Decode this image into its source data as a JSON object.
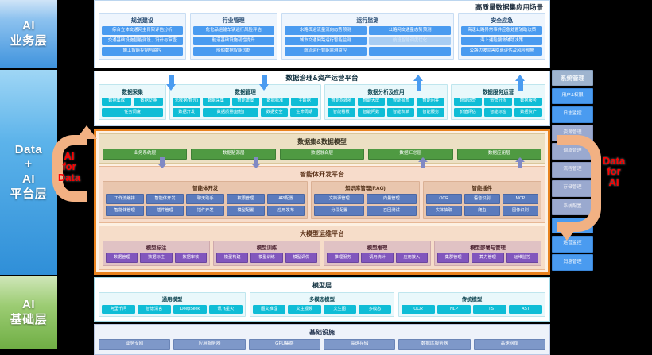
{
  "layers": {
    "business": "AI\n业务层",
    "platform": "Data\n+\nAI\n平台层",
    "foundation": "AI\n基础层"
  },
  "annotations": {
    "left": "AI\nfor\nData",
    "right": "Data\nfor\nAI"
  },
  "business_scenarios": {
    "title": "高质量数据集应用场景",
    "columns": [
      {
        "header": "规划建设",
        "rows": [
          [
            "综合立体交通网主骨架评估分析"
          ],
          [
            "交通基础设施智能测设、设计与审查"
          ],
          [
            "施工智能控制与监控"
          ]
        ]
      },
      {
        "header": "行业管理",
        "rows": [
          [
            "危化品运输车辆运行风险评估"
          ],
          [
            "航道基础设施韧性提升"
          ],
          [
            "船舶数据智能诊断"
          ]
        ]
      },
      {
        "header": "运行监测",
        "rows": [
          [
            "水路货运流量流向态势预测",
            "公路网交通量态势预测"
          ],
          [
            "城市交通网路运行智能监测",
            "航班智能调度优化"
          ],
          [
            "航道运行智能监测监控",
            ""
          ]
        ]
      },
      {
        "header": "安全应急",
        "rows": [
          [
            "高速公路异常事件应急处置辅助决策"
          ],
          [
            "海上遇险搜救辅助决策"
          ],
          [
            "公路边坡灾害隐患评估及风险预警"
          ]
        ]
      }
    ]
  },
  "data_governance": {
    "title": "数据治理&资产运营平台",
    "columns": [
      {
        "header": "数据采集",
        "rows": [
          [
            "数据集成",
            "数据交换"
          ],
          [
            "任务调度"
          ]
        ]
      },
      {
        "header": "数据管理",
        "rows": [
          [
            "元数据(智元)",
            "数据采集",
            "智能建模",
            "数据标准",
            "主数据"
          ],
          [
            "数据开发",
            "数据质量(智检)",
            "数据安全",
            "生命周期"
          ]
        ]
      },
      {
        "header": "数据分析及应用",
        "rows": [
          [
            "智能驾驶舱",
            "智能大屏",
            "智能报表",
            "智能问答"
          ],
          [
            "智能看板",
            "智能问数",
            "智能表单",
            "智能服务"
          ]
        ]
      },
      {
        "header": "数据服务运营",
        "rows": [
          [
            "智能运营",
            "运营分析",
            "数据服务"
          ],
          [
            "价值评估",
            "智能标签",
            "数据资产"
          ]
        ]
      }
    ]
  },
  "dataset_model": {
    "title": "数据集&数据模型",
    "items": [
      "业务系统层",
      "数据贴源层",
      "数据融合层",
      "数据汇总层",
      "数据应用层"
    ]
  },
  "agent_platform": {
    "title": "智能体开发平台",
    "columns": [
      {
        "header": "智能体开发",
        "rows": [
          [
            "工作流编排",
            "智能体开发",
            "聊天助手",
            "权限管理",
            "API配置"
          ],
          [
            "智能体管理",
            "插件管理",
            "插件开发",
            "模型配置",
            "应用发布"
          ]
        ]
      },
      {
        "header": "知识库管理(RAG)",
        "rows": [
          [
            "文档源管理",
            "向量管理"
          ],
          [
            "分段配置",
            "召回测试"
          ]
        ]
      },
      {
        "header": "智能插件",
        "rows": [
          [
            "OCR",
            "语音识别",
            "MCP"
          ],
          [
            "实体抽取",
            "爬虫",
            "图像识别"
          ]
        ]
      }
    ]
  },
  "mlops_platform": {
    "title": "大模型运维平台",
    "columns": [
      {
        "header": "模型标注",
        "items": [
          "数据管理",
          "数据标注",
          "数据审核"
        ]
      },
      {
        "header": "模型训练",
        "items": [
          "模型构建",
          "模型训练",
          "模型调优"
        ]
      },
      {
        "header": "模型推理",
        "items": [
          "推理服务",
          "调用统计",
          "应用接入"
        ]
      },
      {
        "header": "模型部署与管理",
        "items": [
          "集群管理",
          "算力管理",
          "运维监控"
        ]
      }
    ]
  },
  "model_layer": {
    "title": "模型层",
    "columns": [
      {
        "header": "通用模型",
        "items": [
          "阿里千问",
          "智谱清言",
          "DeepSeek",
          "讯飞星火"
        ]
      },
      {
        "header": "多模态模型",
        "items": [
          "图文推理",
          "文生视频",
          "文生图",
          "多模态"
        ]
      },
      {
        "header": "传统模型",
        "items": [
          "OCR",
          "NLP",
          "TTS",
          "AST"
        ]
      }
    ]
  },
  "infrastructure": {
    "title": "基础设施",
    "items": [
      "业务专网",
      "应用服务器",
      "GPU集群",
      "高速存储",
      "数据库服务器",
      "高速网络"
    ]
  },
  "system_management": {
    "header": "系统管理",
    "items": [
      {
        "label": "用户&权限",
        "muted": false
      },
      {
        "label": "日志监控",
        "muted": false
      },
      {
        "label": "资源管理",
        "muted": true
      },
      {
        "label": "调度管理",
        "muted": true
      },
      {
        "label": "流程管理",
        "muted": true
      },
      {
        "label": "存储管理",
        "muted": true
      },
      {
        "label": "系统配置",
        "muted": true
      },
      {
        "label": "备份恢复",
        "muted": false
      },
      {
        "label": "运营监控",
        "muted": false
      },
      {
        "label": "消息管理",
        "muted": false
      }
    ]
  },
  "colors": {
    "accent_blue": "#4a9bf0",
    "accent_teal": "#0fbdd6",
    "accent_green": "#4f9a42",
    "accent_purple": "#8156bd",
    "accent_orange": "#e8821e",
    "annotation_red": "#ff0000"
  }
}
